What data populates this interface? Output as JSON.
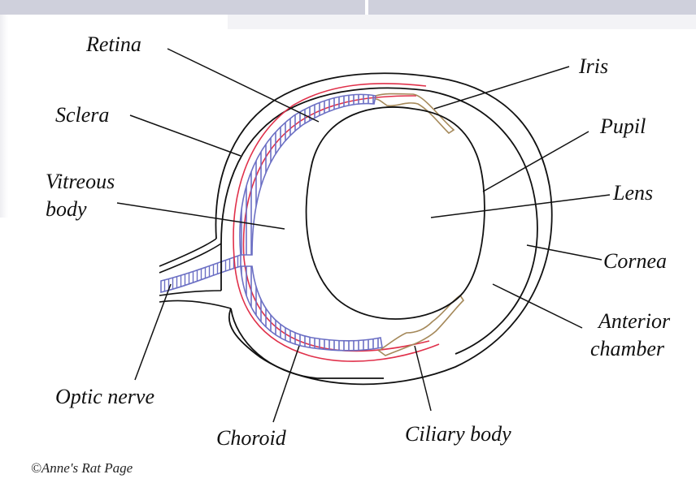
{
  "labels": {
    "retina": "Retina",
    "sclera": "Sclera",
    "vitreous_line1": "Vitreous",
    "vitreous_line2": "body",
    "optic_nerve": "Optic nerve",
    "choroid": "Choroid",
    "ciliary_body": "Ciliary body",
    "iris": "Iris",
    "pupil": "Pupil",
    "lens": "Lens",
    "cornea": "Cornea",
    "anterior_line1": "Anterior",
    "anterior_line2": "chamber"
  },
  "credit": "©Anne's Rat Page",
  "colors": {
    "outline": "#111111",
    "choroid_red": "#e0304a",
    "retina_blue": "#6b6fc4",
    "iris_tan": "#a5895a",
    "top_bar": "#cfd0dc"
  }
}
